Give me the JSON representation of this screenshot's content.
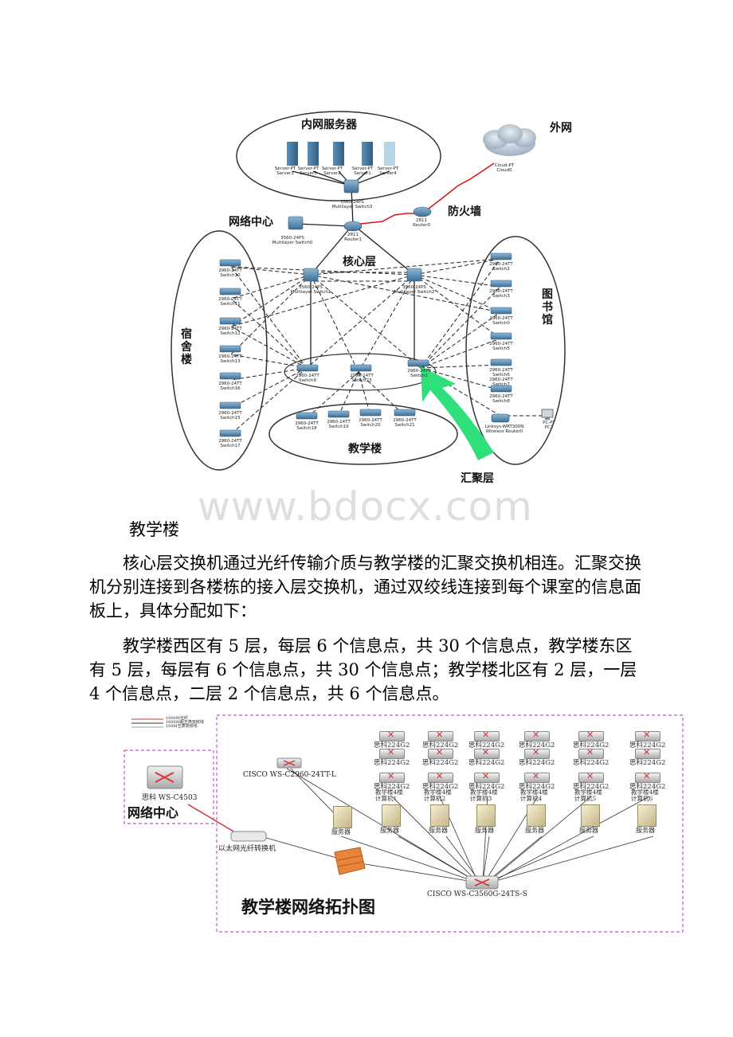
{
  "diagram1": {
    "groups": {
      "intranet_servers": "内网服务器",
      "external": "外网",
      "network_center": "网络中心",
      "firewall": "防火墙",
      "core_layer": "核心层",
      "dormitory": "宿舍楼",
      "library": "图书馆",
      "teaching_building": "教学楼",
      "aggregation_layer": "汇聚层"
    },
    "devices": {
      "servers": [
        "Server-PT\nServer3",
        "Server-PT\nServer5",
        "Server-PT\nServer2",
        "Server-PT\nServer1",
        "Server-PT\nServer4"
      ],
      "server_switch": "3560-24PS\nMultilayer Switch3",
      "cloud": "Cloud-PT\nCloud0",
      "firewall_router": "2811\nRouter0",
      "core_router": "2811\nRouter1",
      "nc_switch": "3560-24PS\nMultilayer Switch0",
      "core_sw1": "3560-24PS\nMultilayer Switch1",
      "core_sw2": "3560-24PS\nMultilayer Switch2",
      "dorm_switches": [
        "2960-24TT\nSwitch10",
        "2960-24TT\nSwitch11",
        "2960-24TT\nSwitch12",
        "2960-24TT\nSwitch13",
        "2960-24TT\nSwitch16",
        "2960-24TT\nSwitch15",
        "2960-24TT\nSwitch17"
      ],
      "lib_switches": [
        "2960-24TT\nSwitch2",
        "2960-24TT\nSwitch3",
        "2960-24TT\nSwitch0",
        "2960-24TT\nSwitch5",
        "2960-24TT\nSwitch6",
        "2960-24TT\nSwitch7",
        "2960-24TT\nSwitch8"
      ],
      "agg_switches": [
        "2960-24TT\nSwitch9",
        "2960-24TT\nSwitch23",
        "2960-24TT\nSwitch1"
      ],
      "teach_switches": [
        "2960-24TT\nSwitch18",
        "2960-24TT\nSwitch19",
        "2960-24TT\nSwitch20",
        "2960-24TT\nSwitch21"
      ],
      "wireless_router": "Linksys-WRT300N\nWireless Router0",
      "pc": "PC-PT\nPC1"
    }
  },
  "watermark": "www.bdocx.com",
  "heading": "教学楼",
  "paragraph1": "核心层交换机通过光纤传输介质与教学楼的汇聚交换机相连。汇聚交换机分别连接到各楼栋的接入层交换机，通过双绞线连接到每个课室的信息面板上，具体分配如下：",
  "paragraph2": "教学楼西区有 5 层，每层 6 个信息点，共 30 个信息点，教学楼东区有 5 层，每层有 6 个信息点，共 30 个信息点；教学楼北区有 2 层，一层 4 个信息点，二层 2 个信息点，共 6 个信息点。",
  "diagram2": {
    "legend": [
      "1000M光纤",
      "1000M超五类双绞线",
      "100M五类双绞线"
    ],
    "network_center": "网络中心",
    "core_switch": "思科 WS-C4503",
    "converter": "以太网光纤转换机",
    "server_switch": "CISCO WS-C2960-24TT-L",
    "agg_switch": "CISCO WS-C3560G-24TS-S",
    "title": "教学楼网络拓扑图",
    "access_switch": "思科224G2",
    "server": "服务器",
    "building_labels": [
      "教学楼4楼\n计算机1",
      "教学楼4楼\n计算机2",
      "教学楼4楼\n计算机3",
      "教学楼4楼\n计算机4",
      "教学楼4楼\n计算机5",
      "教学楼4楼\n计算机6"
    ]
  }
}
